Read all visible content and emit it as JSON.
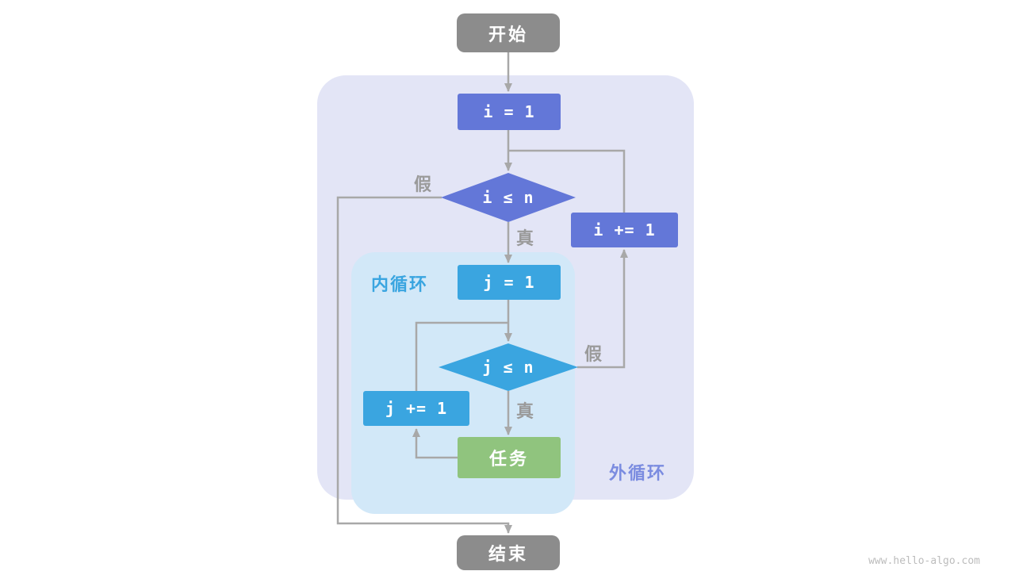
{
  "nodes": {
    "start": {
      "label": "开始"
    },
    "init_i": {
      "label": "i = 1"
    },
    "cond_i": {
      "label": "i ≤ n"
    },
    "inc_i": {
      "label": "i += 1"
    },
    "init_j": {
      "label": "j = 1"
    },
    "cond_j": {
      "label": "j ≤ n"
    },
    "inc_j": {
      "label": "j += 1"
    },
    "task": {
      "label": "任务"
    },
    "end": {
      "label": "结束"
    }
  },
  "edge_labels": {
    "outer_false": "假",
    "outer_true": "真",
    "inner_false": "假",
    "inner_true": "真"
  },
  "containers": {
    "outer": {
      "label": "外循环"
    },
    "inner": {
      "label": "内循环"
    }
  },
  "colors": {
    "gray_node": "#8c8c8c",
    "purple_node": "#6377d8",
    "cyan_node": "#3aa5e0",
    "green_node": "#90c47e",
    "outer_bg": "#e3e5f6",
    "inner_bg": "#d2e8f8",
    "arrow": "#a8a8a8",
    "edge_label": "#9a9a9a",
    "outer_label": "#7b8ce0",
    "inner_label": "#3aa5e0",
    "watermark": "#bcbcbc"
  },
  "watermark": "www.hello-algo.com"
}
